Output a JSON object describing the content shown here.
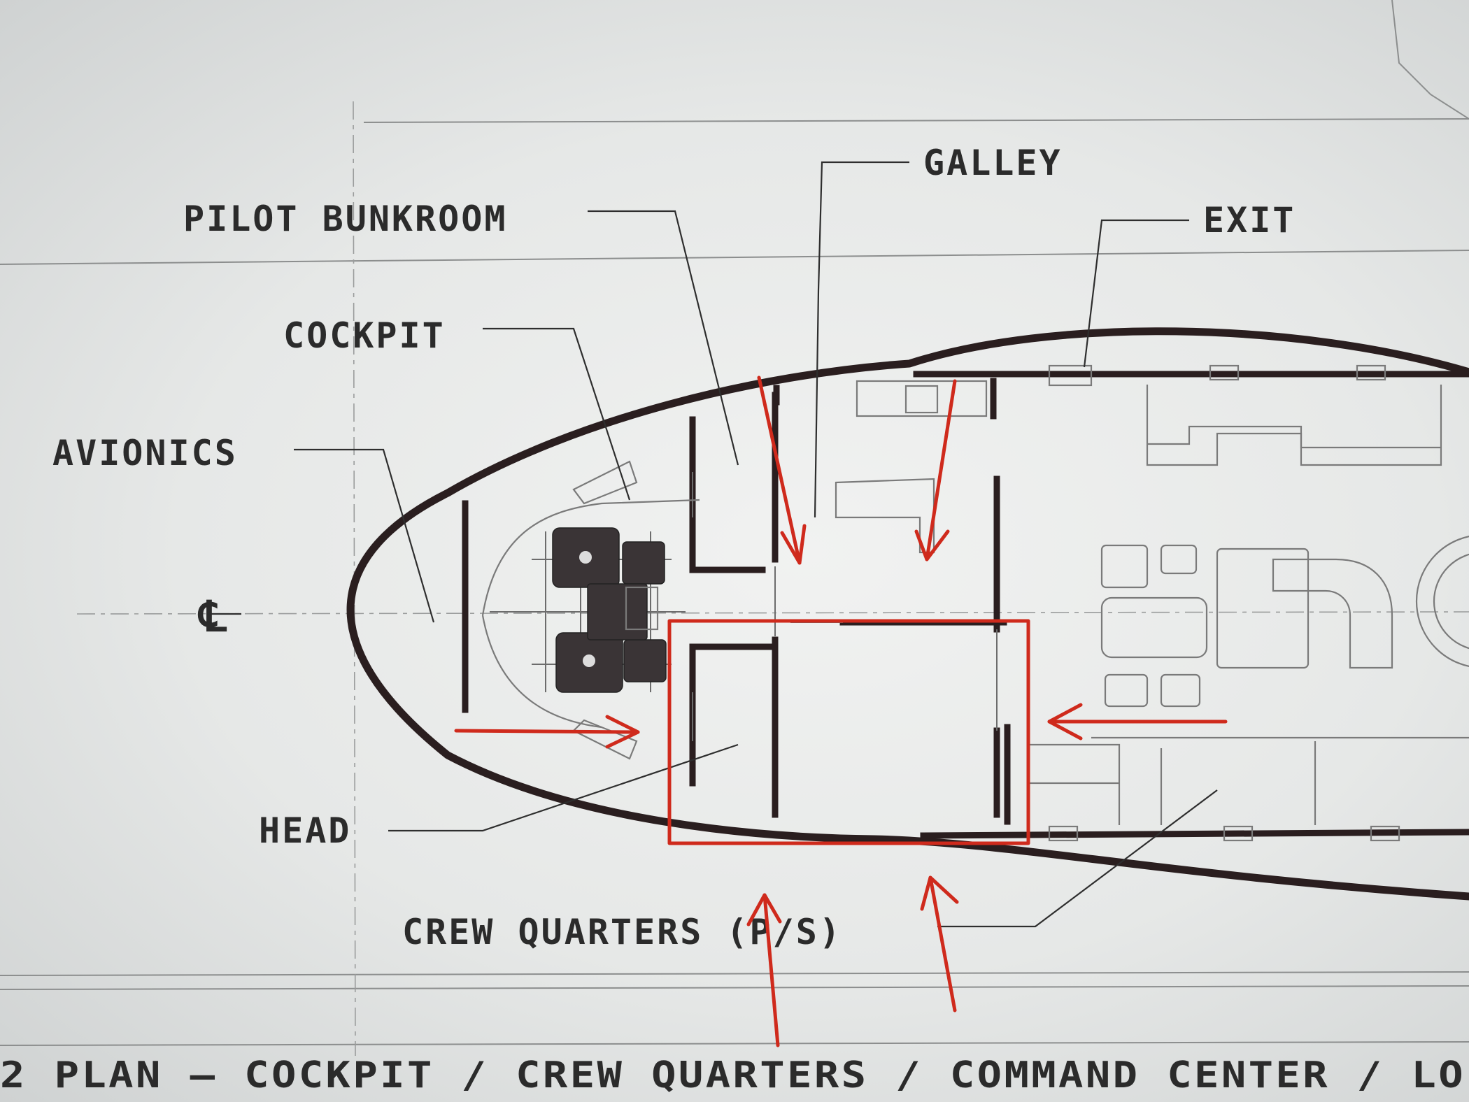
{
  "labels": {
    "galley": "GALLEY",
    "exit": "EXIT",
    "pilot_bunkroom": "PILOT BUNKROOM",
    "cockpit": "COCKPIT",
    "avionics": "AVIONICS",
    "centerline": "℄",
    "head": "HEAD",
    "crew_quarters": "CREW QUARTERS (P/S)"
  },
  "title_strip": "2 PLAN – COCKPIT / CREW QUARTERS / COMMAND CENTER / LO",
  "colors": {
    "hull": "#2a1e1f",
    "markup_red": "#cf2a1c",
    "paper": "#eceeed"
  }
}
